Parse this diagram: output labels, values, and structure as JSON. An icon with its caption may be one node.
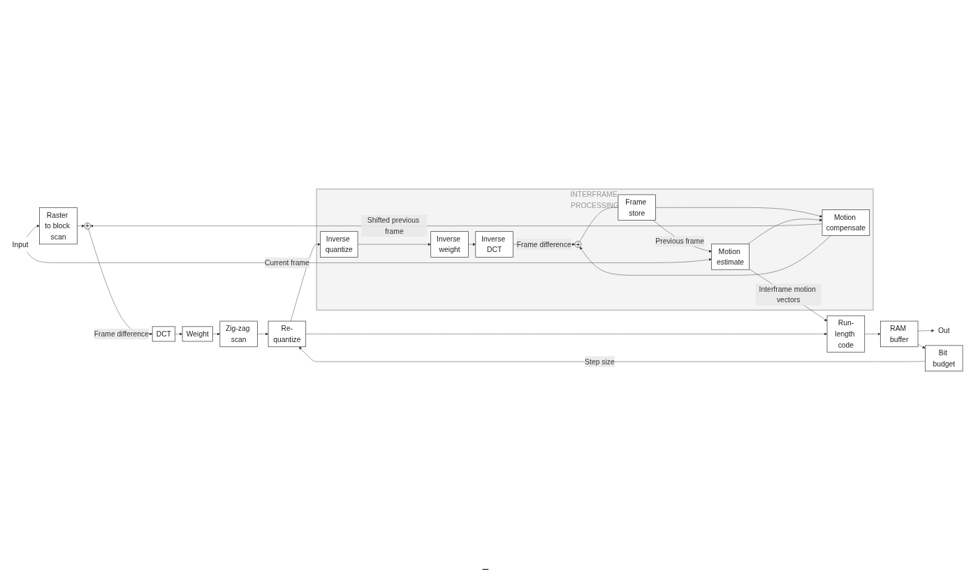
{
  "diagram": {
    "nodes": [
      {
        "text": [
          "Input"
        ]
      },
      {
        "text": [
          "Raster to block scan"
        ]
      },
      {
        "text": [
          "+"
        ]
      },
      {
        "text": [
          "DCT"
        ]
      },
      {
        "text": [
          "Weight"
        ]
      },
      {
        "text": [
          "Zig-zag scan"
        ]
      },
      {
        "text": [
          "Re-quantize"
        ]
      },
      {
        "text": [
          "Bit budget"
        ]
      },
      {
        "text": [
          "Run-length code"
        ]
      },
      {
        "text": [
          "RAM buffer"
        ]
      },
      {
        "text": [
          "Out"
        ]
      },
      {
        "text": [
          "INTERFRAME PROCESSING"
        ]
      },
      {
        "text": [
          "Inverse quantize"
        ],
        "in": 11
      },
      {
        "text": [
          "Inverse weight"
        ],
        "in": 11
      },
      {
        "text": [
          "Inverse DCT"
        ],
        "in": 11
      },
      {
        "text": [
          "Motion compensate"
        ],
        "in": 11
      },
      {
        "text": [
          "Motion estimate"
        ],
        "in": 11
      },
      {
        "text": [
          "Frame store"
        ],
        "in": 11
      },
      {
        "text": [
          "+"
        ],
        "in": 11
      }
    ],
    "edges": [
      {
        "from": 0,
        "to": 1,
        "arrow": "to"
      },
      {
        "from": 1,
        "to": 2,
        "arrow": "to"
      },
      {
        "from": 2,
        "to": 3,
        "arrow": "to",
        "label": "Frame difference"
      },
      {
        "from": 3,
        "to": 4,
        "arrow": "to"
      },
      {
        "from": 4,
        "to": 5,
        "arrow": "to"
      },
      {
        "from": 5,
        "to": 6,
        "arrow": "to"
      },
      {
        "from": 6,
        "to": 8,
        "arrow": "to"
      },
      {
        "from": 8,
        "to": 9,
        "arrow": "to"
      },
      {
        "from": 9,
        "to": 10,
        "arrow": "to"
      },
      {
        "from": 9,
        "to": 7,
        "arrow": "to"
      },
      {
        "from": 7,
        "to": 6,
        "arrow": "to",
        "label": "Step size"
      },
      {
        "from": 6,
        "to": 12,
        "arrow": "to"
      },
      {
        "from": 12,
        "to": 13,
        "arrow": "to"
      },
      {
        "from": 13,
        "to": 14,
        "arrow": "to"
      },
      {
        "from": 14,
        "to": 18,
        "arrow": "to",
        "label": "Frame difference"
      },
      {
        "from": 18,
        "to": 17,
        "arrow": "none"
      },
      {
        "from": 17,
        "to": 16,
        "arrow": "to",
        "label": "Previous frame"
      },
      {
        "from": 17,
        "to": 15,
        "arrow": "to"
      },
      {
        "from": 0,
        "to": 16,
        "arrow": "to",
        "label": "Current frame"
      },
      {
        "from": 16,
        "to": 15,
        "arrow": "to"
      },
      {
        "from": 16,
        "to": 8,
        "arrow": "to",
        "label": "Interframe motion vectors"
      },
      {
        "from": 15,
        "to": 2,
        "arrow": "to",
        "label": "Shifted previous frame"
      },
      {
        "from": 15,
        "to": 18,
        "arrow": "to"
      }
    ],
    "labels": [
      "–"
    ]
  }
}
